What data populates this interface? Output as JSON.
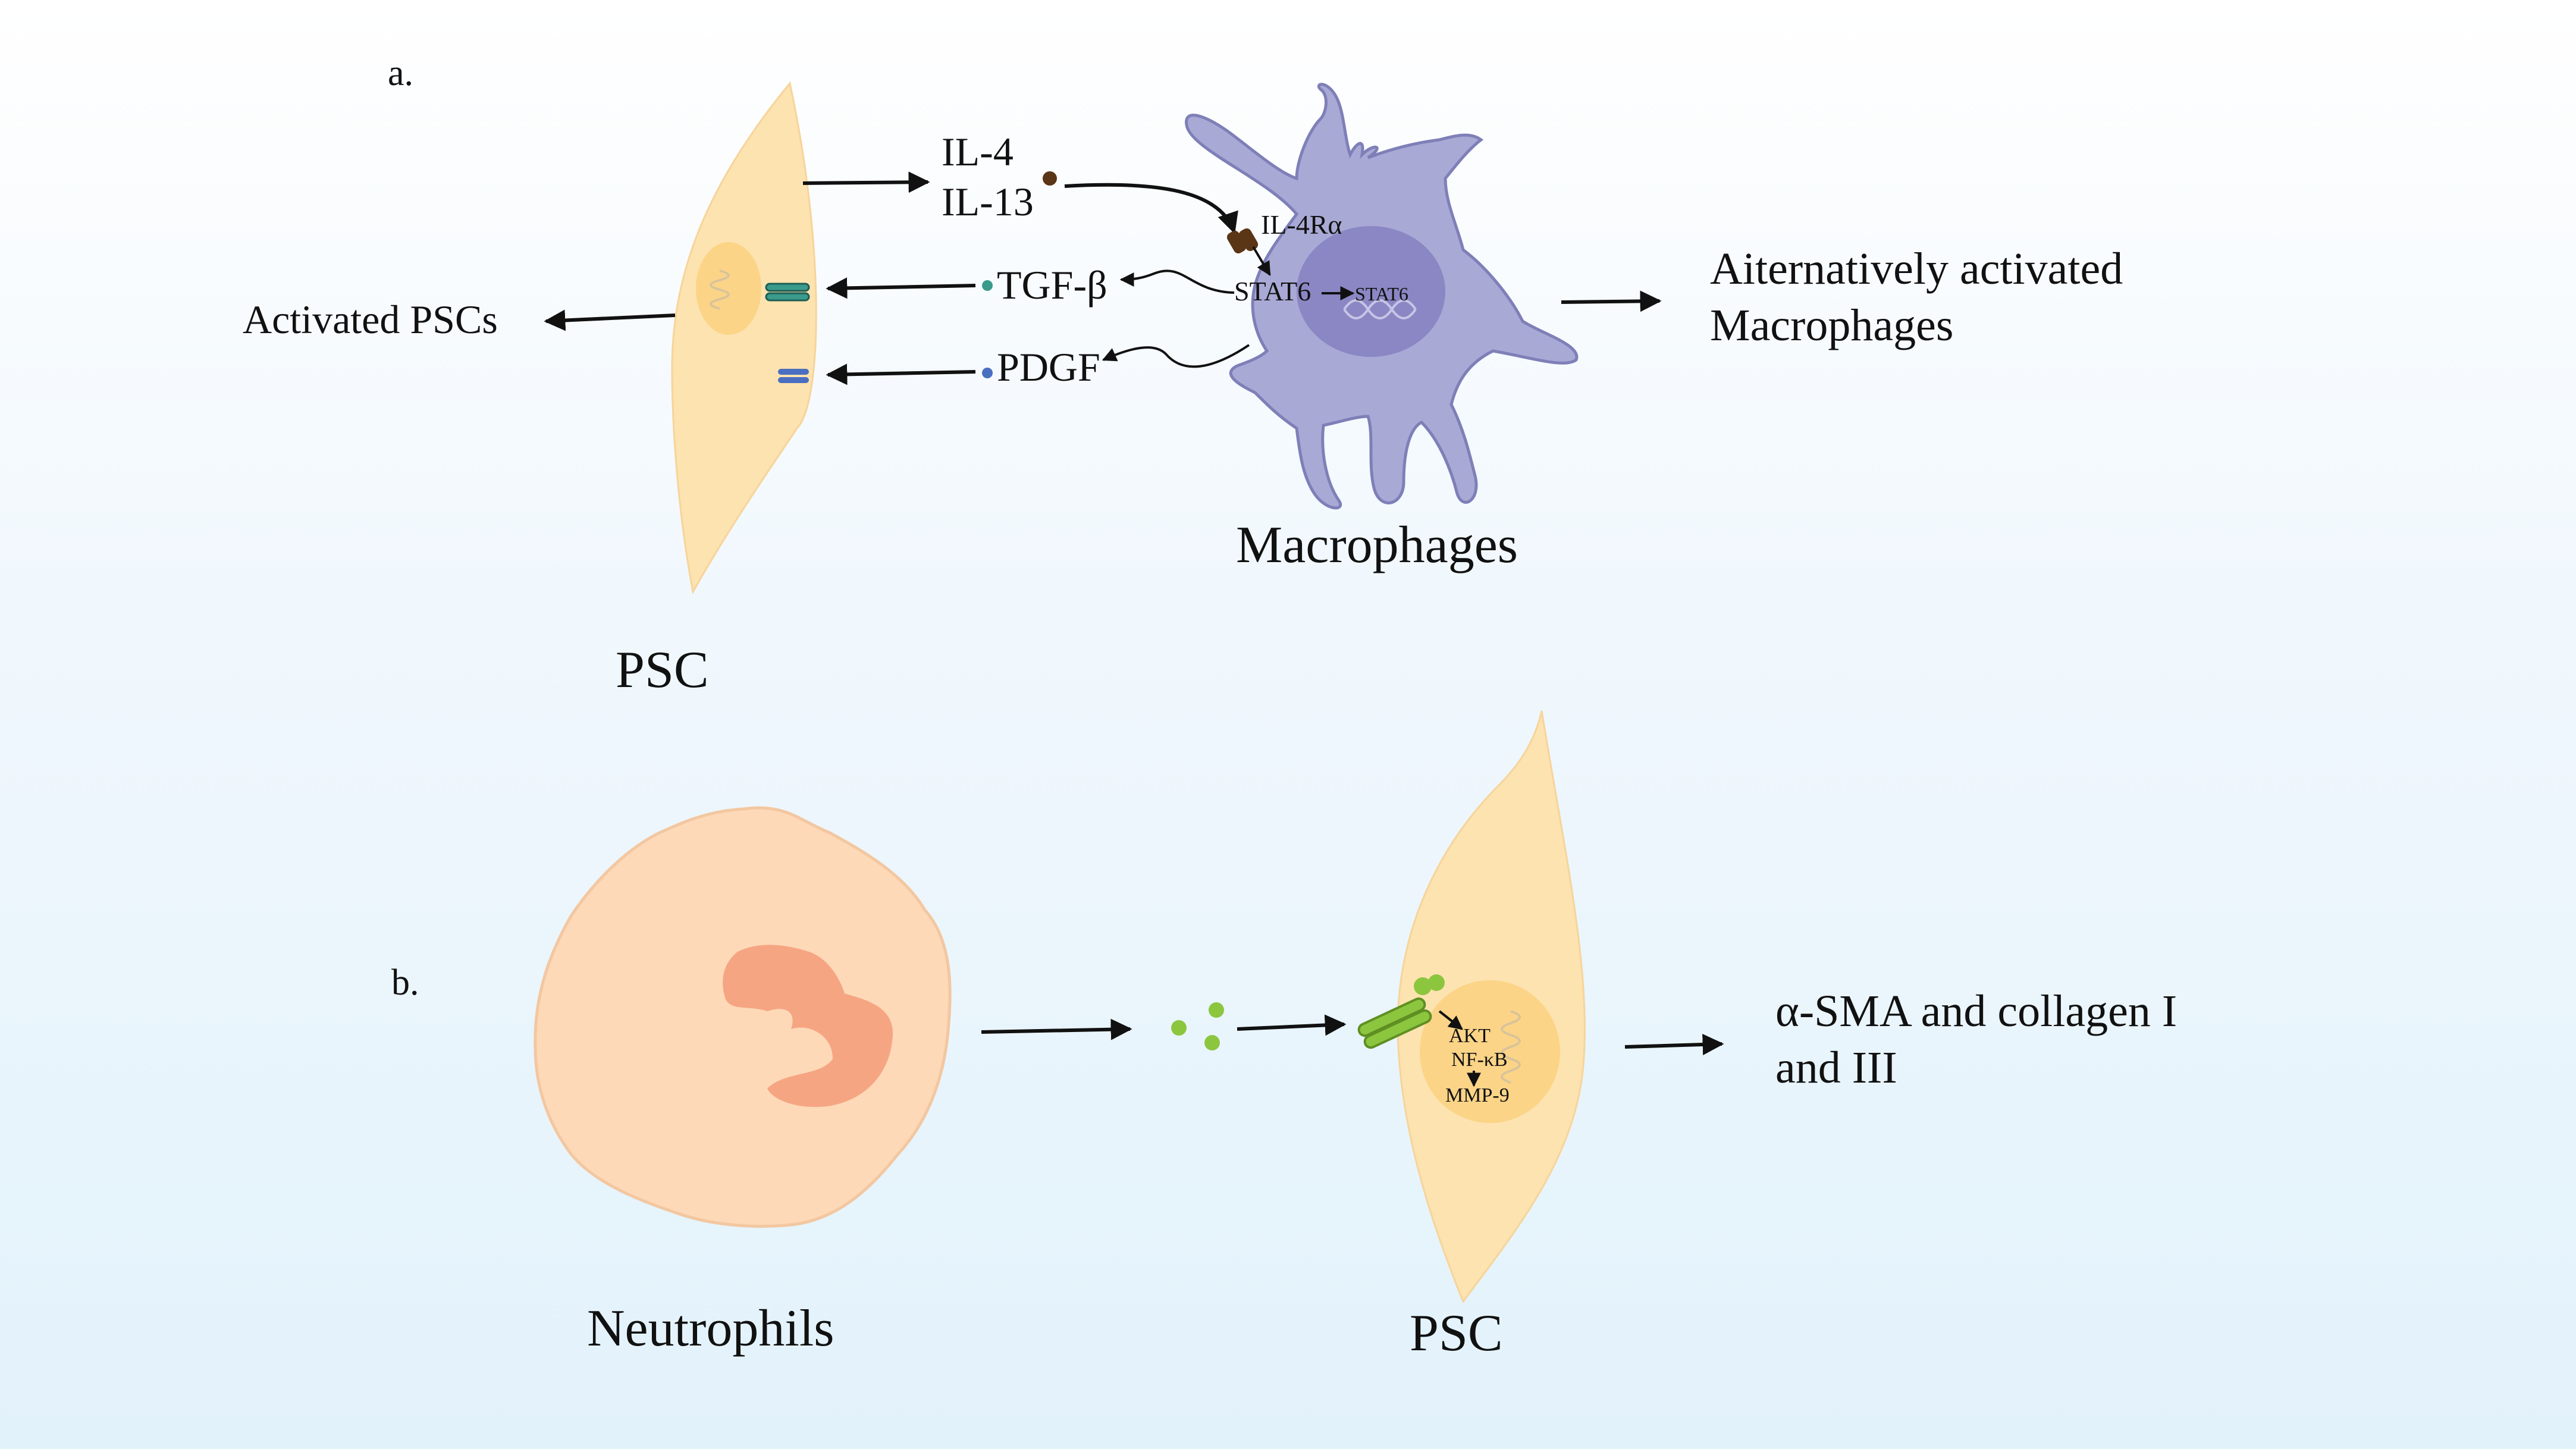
{
  "panel_a": {
    "label": "a.",
    "il4": "IL-4",
    "il13": "IL-13",
    "il4ra": "IL-4Rα",
    "tgf": "TGF-β",
    "pdgf": "PDGF",
    "stat6": "STAT6",
    "stat6_nucleus": "STAT6",
    "activated_pscs": "Activated PSCs",
    "alt_line1": "Aiternatively activated",
    "alt_line2": "Macrophages",
    "macrophages": "Macrophages",
    "psc": "PSC"
  },
  "panel_b": {
    "label": "b.",
    "neutrophils": "Neutrophils",
    "psc": "PSC",
    "akt": "AKT",
    "nfkb": "NF-κB",
    "mmp9": "MMP-9",
    "result_line1": "α-SMA and collagen I",
    "result_line2": "and III"
  },
  "colors": {
    "psc_cell": "#fde3b0",
    "psc_nucleus": "#fbd487",
    "macrophage": "#a9a9d6",
    "macrophage_nucleus": "#8b87c4",
    "neutrophil": "#fdd9b8",
    "neutrophil_nucleus": "#f6a582",
    "green_ligand": "#8cc63f",
    "tgf_receptor": "#3a9a8c",
    "pdgf_receptor": "#4a6fc0",
    "il4_ligand": "#5a3516"
  }
}
